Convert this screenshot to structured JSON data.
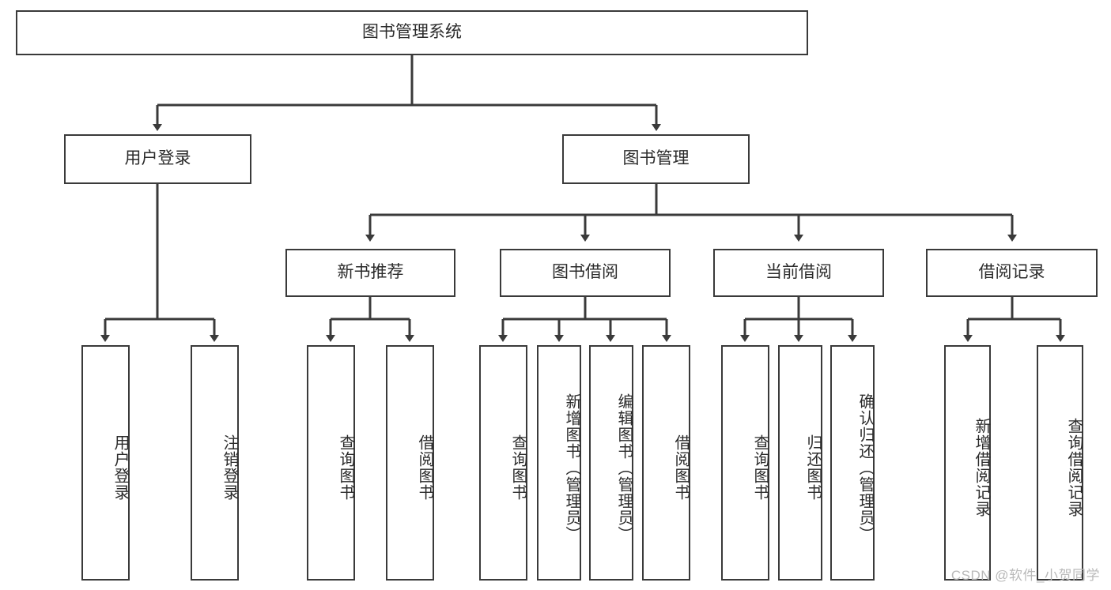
{
  "diagram": {
    "title": "图书管理系统",
    "type": "tree-hierarchy-diagram",
    "watermark": "CSDN @软件_小贺同学",
    "colors": {
      "box_border": "#3a3a3a",
      "box_fill": "#ffffff",
      "text": "#2b2b2b",
      "edge": "#3a3a3a",
      "watermark": "#b9b9b9"
    },
    "nodes": {
      "root": {
        "label": "图书管理系统"
      },
      "level2": [
        {
          "label": "用户登录"
        },
        {
          "label": "图书管理"
        }
      ],
      "level3": [
        {
          "label": "新书推荐"
        },
        {
          "label": "图书借阅"
        },
        {
          "label": "当前借阅"
        },
        {
          "label": "借阅记录"
        }
      ],
      "leaves": [
        {
          "label": "用户登录",
          "parent": "用户登录"
        },
        {
          "label": "注销登录",
          "parent": "用户登录"
        },
        {
          "label": "查询图书",
          "parent": "新书推荐"
        },
        {
          "label": "借阅图书",
          "parent": "新书推荐"
        },
        {
          "label": "查询图书",
          "parent": "图书借阅"
        },
        {
          "label": "新增图书（管理员）",
          "parent": "图书借阅"
        },
        {
          "label": "编辑图书（管理员）",
          "parent": "图书借阅"
        },
        {
          "label": "借阅图书",
          "parent": "图书借阅"
        },
        {
          "label": "查询图书",
          "parent": "当前借阅"
        },
        {
          "label": "归还图书",
          "parent": "当前借阅"
        },
        {
          "label": "确认归还（管理员）",
          "parent": "当前借阅"
        },
        {
          "label": "新增借阅记录",
          "parent": "借阅记录"
        },
        {
          "label": "查询借阅记录",
          "parent": "借阅记录"
        }
      ]
    }
  }
}
